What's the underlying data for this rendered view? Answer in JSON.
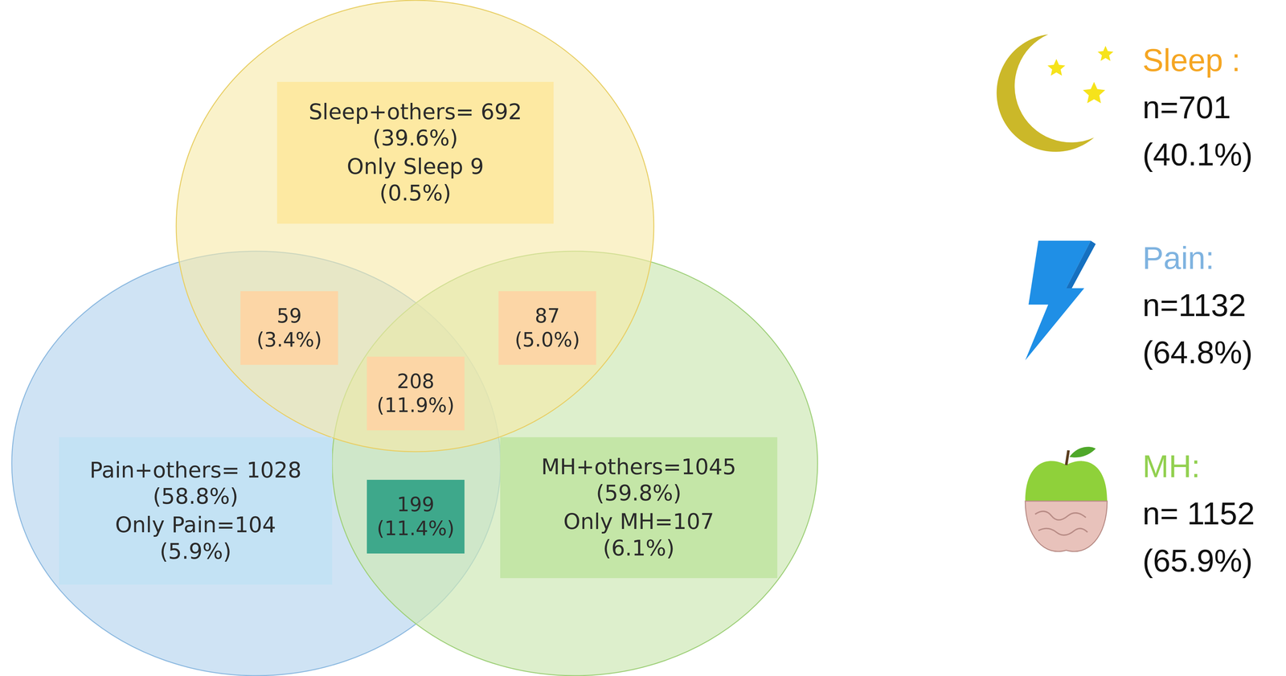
{
  "diagram": {
    "nodes": [
      {
        "text": [
          "Sleep+others= 692 (39.6%)",
          "Only Sleep 9 (0.5%)"
        ]
      },
      {
        "text": [
          "59 (3.4%)"
        ]
      },
      {
        "text": [
          "87 (5.0%)"
        ]
      },
      {
        "text": [
          "208 (11.9%)"
        ]
      },
      {
        "text": [
          "Pain+others= 1028 (58.8%)",
          "Only Pain=104 (5.9%)"
        ]
      },
      {
        "text": [
          "199 (11.4%)"
        ]
      },
      {
        "text": [
          "MH+others=1045 (59.8%)",
          "Only MH=107 (6.1%)"
        ]
      }
    ],
    "labels": [
      "n=701 (40.1%)",
      "n=1132 (64.8%)",
      "n= 1152 (65.9%)"
    ],
    "legend": [
      {
        "text": "Sleep :"
      },
      {
        "text": "Pain:"
      },
      {
        "text": "MH:"
      }
    ]
  }
}
